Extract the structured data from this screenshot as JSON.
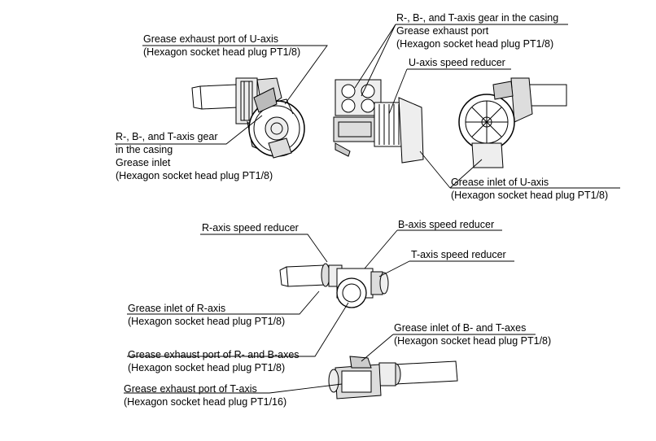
{
  "labels": {
    "u_exhaust": {
      "line1": "Grease exhaust port of U-axis",
      "line2": "(Hexagon socket head plug PT1/8)"
    },
    "rbt_casing_top": {
      "line1": "R-, B-, and T-axis gear in the casing",
      "line2": "Grease exhaust port",
      "line3": "(Hexagon socket head plug PT1/8)"
    },
    "u_reducer": {
      "line1": "U-axis speed reducer"
    },
    "rbt_casing_left": {
      "line1": "R-, B-, and T-axis gear",
      "line2": "in the casing",
      "line3": "Grease inlet",
      "line4": "(Hexagon socket head plug PT1/8)"
    },
    "u_inlet": {
      "line1": "Grease inlet of U-axis",
      "line2": "(Hexagon socket head plug PT1/8)"
    },
    "r_reducer": {
      "line1": "R-axis speed reducer"
    },
    "b_reducer": {
      "line1": "B-axis speed reducer"
    },
    "t_reducer": {
      "line1": "T-axis speed reducer"
    },
    "r_inlet": {
      "line1": "Grease inlet of R-axis",
      "line2": "(Hexagon socket head plug PT1/8)"
    },
    "bt_inlet": {
      "line1": "Grease inlet of B- and T-axes",
      "line2": "(Hexagon socket head plug PT1/8)"
    },
    "rb_exhaust": {
      "line1": "Grease exhaust port of R- and B-axes",
      "line2": "(Hexagon socket head plug PT1/8)"
    },
    "t_exhaust": {
      "line1": "Grease exhaust port of T-axis",
      "line2": "(Hexagon socket head plug PT1/16)"
    }
  }
}
